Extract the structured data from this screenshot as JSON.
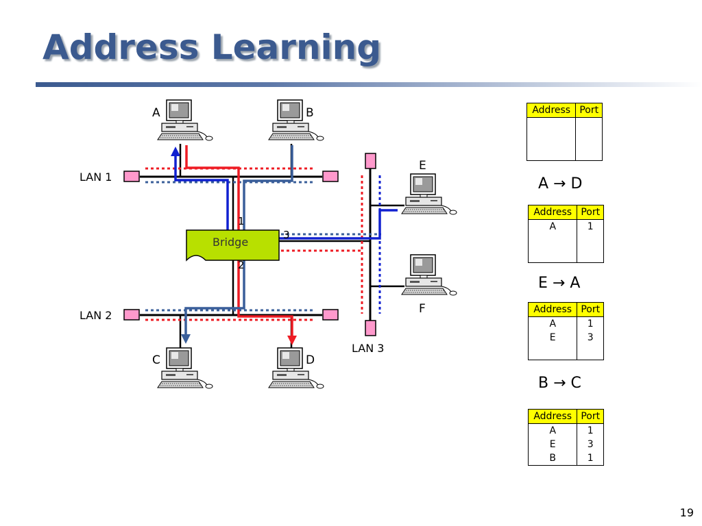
{
  "slide": {
    "title": "Address Learning",
    "page_number": "19"
  },
  "colors": {
    "title": "#3b5a8f",
    "frame_red": "#ee1c24",
    "frame_blue": "#1020d0",
    "frame_steel": "#3a5f9a",
    "bridge": "#b8e000",
    "terminator": "#ff99cc",
    "table_header": "#ffff00"
  },
  "diagram": {
    "stations": {
      "a": "A",
      "b": "B",
      "c": "C",
      "d": "D",
      "e": "E",
      "f": "F"
    },
    "lans": {
      "lan1": "LAN 1",
      "lan2": "LAN 2",
      "lan3": "LAN 3"
    },
    "bridge": {
      "label": "Bridge",
      "port1": "1",
      "port2": "2",
      "port3": "3"
    }
  },
  "tables": [
    {
      "header": [
        "Address",
        "Port"
      ],
      "rows": []
    },
    {
      "caption": "A → D",
      "header": [
        "Address",
        "Port"
      ],
      "rows": [
        [
          "A",
          "1"
        ]
      ]
    },
    {
      "caption": "E → A",
      "header": [
        "Address",
        "Port"
      ],
      "rows": [
        [
          "A",
          "1"
        ],
        [
          "E",
          "3"
        ]
      ]
    },
    {
      "caption": "B → C",
      "header": [
        "Address",
        "Port"
      ],
      "rows": [
        [
          "A",
          "1"
        ],
        [
          "E",
          "3"
        ],
        [
          "B",
          "1"
        ]
      ]
    }
  ]
}
